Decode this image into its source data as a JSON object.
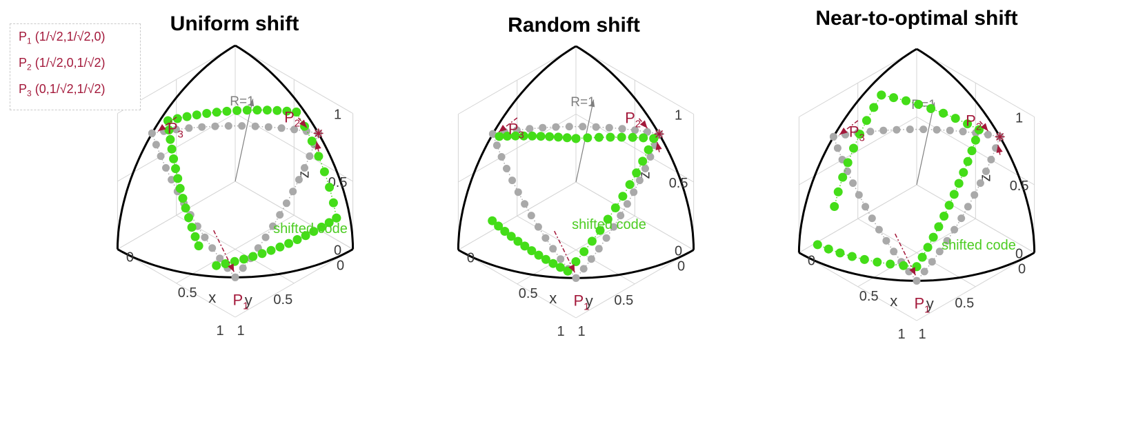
{
  "chart_data": [
    {
      "type": "scatter",
      "title": "Uniform shift",
      "annotation": "shifted code",
      "radius_label": "R=1",
      "axes": {
        "x": {
          "label": "x",
          "range": [
            0,
            1
          ],
          "ticks": [
            "0",
            "0.5",
            "1"
          ]
        },
        "y": {
          "label": "y",
          "range": [
            0,
            1
          ],
          "ticks": [
            "0",
            "0.5",
            "1"
          ]
        },
        "z": {
          "label": "z",
          "range": [
            0,
            1
          ],
          "ticks": [
            "0",
            "0.5",
            "1"
          ]
        }
      },
      "points": [
        {
          "name": "P",
          "sub": "1",
          "xyz": [
            0.707,
            0.707,
            0
          ]
        },
        {
          "name": "P",
          "sub": "2",
          "xyz": [
            0.707,
            0,
            0.707
          ]
        },
        {
          "name": "P",
          "sub": "3",
          "xyz": [
            0,
            0.707,
            0.707
          ]
        }
      ],
      "series": [
        {
          "color": "#a9a9a9",
          "kind": "original",
          "segments": [
            {
              "from": [
                0.707,
                0.707,
                0.0
              ],
              "to": [
                0.707,
                0.0,
                0.707
              ],
              "n": 14
            },
            {
              "from": [
                0.707,
                0.0,
                0.707
              ],
              "to": [
                0.0,
                0.707,
                0.707
              ],
              "n": 14
            },
            {
              "from": [
                0.0,
                0.707,
                0.707
              ],
              "to": [
                0.707,
                0.707,
                0.0
              ],
              "n": 14
            }
          ]
        },
        {
          "color": "#44dd18",
          "kind": "shifted",
          "segments": [
            {
              "from": [
                0.62,
                0.78,
                0.08
              ],
              "to": [
                0.96,
                0.1,
                0.26
              ],
              "n": 15
            },
            {
              "from": [
                0.96,
                0.1,
                0.26
              ],
              "to": [
                0.57,
                0.05,
                0.82
              ],
              "n": 8
            },
            {
              "from": [
                0.57,
                0.05,
                0.82
              ],
              "to": [
                0.05,
                0.62,
                0.78
              ],
              "n": 14
            },
            {
              "from": [
                0.05,
                0.62,
                0.78
              ],
              "to": [
                0.52,
                0.83,
                0.2
              ],
              "n": 14
            }
          ]
        }
      ]
    },
    {
      "type": "scatter",
      "title": "Random shift",
      "annotation": "shifted code",
      "radius_label": "R=1",
      "axes": {
        "x": {
          "label": "x",
          "range": [
            0,
            1
          ],
          "ticks": [
            "0",
            "0.5",
            "1"
          ]
        },
        "y": {
          "label": "y",
          "range": [
            0,
            1
          ],
          "ticks": [
            "0",
            "0.5",
            "1"
          ]
        },
        "z": {
          "label": "z",
          "range": [
            0,
            1
          ],
          "ticks": [
            "0",
            "0.5",
            "1"
          ]
        }
      },
      "points": [
        {
          "name": "P",
          "sub": "1",
          "xyz": [
            0.707,
            0.707,
            0
          ]
        },
        {
          "name": "P",
          "sub": "2",
          "xyz": [
            0.707,
            0,
            0.707
          ]
        },
        {
          "name": "P",
          "sub": "3",
          "xyz": [
            0,
            0.707,
            0.707
          ]
        }
      ],
      "series": [
        {
          "color": "#a9a9a9",
          "kind": "original",
          "segments": [
            {
              "from": [
                0.707,
                0.707,
                0.0
              ],
              "to": [
                0.707,
                0.0,
                0.707
              ],
              "n": 14
            },
            {
              "from": [
                0.707,
                0.0,
                0.707
              ],
              "to": [
                0.0,
                0.707,
                0.707
              ],
              "n": 14
            },
            {
              "from": [
                0.0,
                0.707,
                0.707
              ],
              "to": [
                0.707,
                0.707,
                0.0
              ],
              "n": 14
            }
          ]
        },
        {
          "color": "#44dd18",
          "kind": "shifted",
          "segments": [
            {
              "from": [
                0.67,
                0.74,
                0.05
              ],
              "to": [
                0.22,
                0.93,
                0.29
              ],
              "n": 12
            },
            {
              "from": [
                0.67,
                0.74,
                0.05
              ],
              "to": [
                0.71,
                0.05,
                0.7
              ],
              "n": 13
            },
            {
              "from": [
                0.71,
                0.05,
                0.7
              ],
              "to": [
                0.45,
                0.45,
                0.77
              ],
              "n": 8
            },
            {
              "from": [
                0.45,
                0.45,
                0.77
              ],
              "to": [
                0.05,
                0.7,
                0.71
              ],
              "n": 10
            }
          ]
        }
      ]
    },
    {
      "type": "scatter",
      "title": "Near-to-optimal shift",
      "annotation": "shifted code",
      "radius_label": "R=1",
      "axes": {
        "x": {
          "label": "x",
          "range": [
            0,
            1
          ],
          "ticks": [
            "0",
            "0.5",
            "1"
          ]
        },
        "y": {
          "label": "y",
          "range": [
            0,
            1
          ],
          "ticks": [
            "0",
            "0.5",
            "1"
          ]
        },
        "z": {
          "label": "z",
          "range": [
            0,
            1
          ],
          "ticks": [
            "0",
            "0.5",
            "1"
          ]
        }
      },
      "points": [
        {
          "name": "P",
          "sub": "1",
          "xyz": [
            0.707,
            0.707,
            0
          ]
        },
        {
          "name": "P",
          "sub": "2",
          "xyz": [
            0.707,
            0,
            0.707
          ]
        },
        {
          "name": "P",
          "sub": "3",
          "xyz": [
            0,
            0.707,
            0.707
          ]
        }
      ],
      "series": [
        {
          "color": "#a9a9a9",
          "kind": "original",
          "segments": [
            {
              "from": [
                0.707,
                0.707,
                0.0
              ],
              "to": [
                0.707,
                0.0,
                0.707
              ],
              "n": 14
            },
            {
              "from": [
                0.707,
                0.0,
                0.707
              ],
              "to": [
                0.0,
                0.707,
                0.707
              ],
              "n": 14
            },
            {
              "from": [
                0.0,
                0.707,
                0.707
              ],
              "to": [
                0.707,
                0.707,
                0.0
              ],
              "n": 14
            }
          ]
        },
        {
          "color": "#44dd18",
          "kind": "shifted",
          "segments": [
            {
              "from": [
                0.14,
                0.98,
                0.12
              ],
              "to": [
                0.7,
                0.7,
                0.1
              ],
              "n": 9
            },
            {
              "from": [
                0.7,
                0.7,
                0.1
              ],
              "to": [
                0.63,
                0.1,
                0.77
              ],
              "n": 14
            },
            {
              "from": [
                0.63,
                0.1,
                0.77
              ],
              "to": [
                0.1,
                0.4,
                0.91
              ],
              "n": 9
            },
            {
              "from": [
                0.1,
                0.4,
                0.91
              ],
              "to": [
                0.2,
                0.9,
                0.39
              ],
              "n": 9
            }
          ]
        }
      ]
    }
  ],
  "legend": {
    "items": [
      {
        "name": "P",
        "sub": "1",
        "coords": "(1/√2,1/√2,0)"
      },
      {
        "name": "P",
        "sub": "2",
        "coords": "(1/√2,0,1/√2)"
      },
      {
        "name": "P",
        "sub": "3",
        "coords": "(0,1/√2,1/√2)"
      }
    ]
  },
  "colors": {
    "original": "#a9a9a9",
    "shifted": "#44dd18",
    "marker": "#a3183a",
    "sphere": "#000000",
    "grid": "#d4d4d4"
  }
}
